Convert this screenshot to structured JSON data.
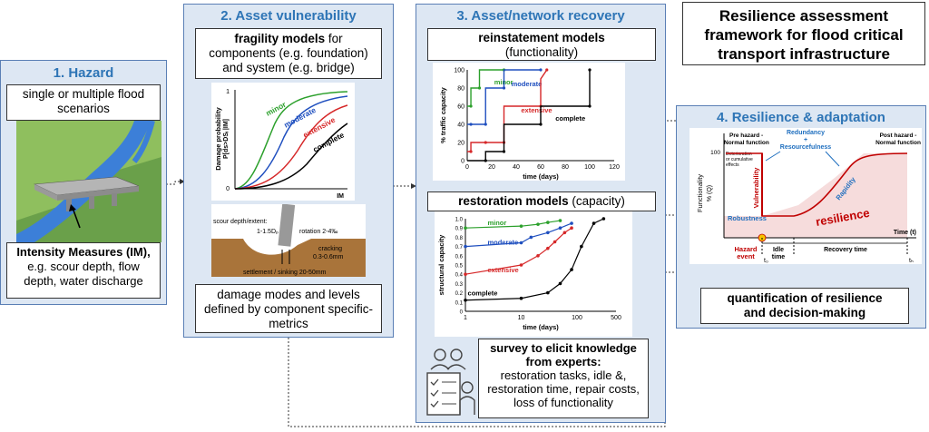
{
  "title": {
    "line1": "Resilience assessment",
    "line2": "framework for flood critical",
    "line3": "transport infrastructure"
  },
  "panel1": {
    "title": "1. Hazard",
    "scenarios": "single or multiple flood scenarios",
    "im_bold": "Intensity Measures (IM),",
    "im_rest": "e.g. scour depth, flow depth, water discharge"
  },
  "panel2": {
    "title": "2. Asset vulnerability",
    "fragility_bold": "fragility models",
    "fragility_rest": " for components (e.g. foundation) and system (e.g. bridge)",
    "damage_text": "damage modes and levels defined by component specific-metrics",
    "fragility_chart": {
      "ylabel_1": "Damage probability",
      "ylabel_2": "P[ds>DSᵢ |IM]",
      "ytick_top": "1",
      "ytick_bottom": "0",
      "xlabel": "IM",
      "curves": [
        "minor",
        "moderate",
        "extensive",
        "complete"
      ],
      "colors": {
        "minor": "#2ca02c",
        "moderate": "#1f4fbf",
        "extensive": "#d62728",
        "complete": "#000000"
      }
    },
    "scour": {
      "depth_label": "scour depth/extent:",
      "depth_value": "1-1.5Dₚ",
      "rotation": "rotation 2-4‰",
      "cracking_1": "cracking",
      "cracking_2": "0.3-0.6mm",
      "settlement": "settlement / sinking 20-50mm"
    }
  },
  "panel3": {
    "title": "3. Asset/network recovery",
    "reinstatement_bold": "reinstatement models",
    "reinstatement_rest": "(functionality)",
    "restoration_bold": "restoration models",
    "restoration_rest": " (capacity)",
    "survey_bold": "survey to elicit knowledge from experts:",
    "survey_rest": "restoration tasks, idle &, restoration time, repair costs, loss of functionality",
    "chart_data": [
      {
        "type": "line",
        "title": "",
        "xlabel": "time (days)",
        "ylabel": "% traffic capacity",
        "xlim": [
          0,
          120
        ],
        "ylim": [
          0,
          100
        ],
        "xticks": [
          "0",
          "20",
          "40",
          "60",
          "80",
          "100",
          "120"
        ],
        "yticks": [
          "0",
          "20",
          "40",
          "60",
          "80",
          "100"
        ],
        "series": [
          {
            "name": "minor",
            "color": "#2ca02c",
            "x": [
              0,
              3,
              3,
              10,
              10,
              30
            ],
            "y": [
              60,
              60,
              80,
              80,
              100,
              100
            ]
          },
          {
            "name": "moderate",
            "color": "#1f4fbf",
            "x": [
              0,
              3,
              3,
              15,
              15,
              30,
              30,
              60
            ],
            "y": [
              40,
              40,
              40,
              40,
              80,
              80,
              100,
              100
            ]
          },
          {
            "name": "extensive",
            "color": "#d62728",
            "x": [
              0,
              3,
              3,
              15,
              15,
              30,
              30,
              60,
              60,
              65
            ],
            "y": [
              10,
              10,
              20,
              20,
              20,
              20,
              60,
              60,
              90,
              100
            ]
          },
          {
            "name": "complete",
            "color": "#000000",
            "x": [
              0,
              15,
              15,
              30,
              30,
              60,
              60,
              100,
              100
            ],
            "y": [
              0,
              0,
              10,
              10,
              40,
              40,
              60,
              60,
              100
            ]
          }
        ]
      },
      {
        "type": "scatter",
        "title": "",
        "xlabel": "time (days)",
        "ylabel": "structural capacity",
        "xscale": "log",
        "xlim": [
          1,
          500
        ],
        "ylim": [
          0,
          1
        ],
        "xticks": [
          "1",
          "10",
          "100",
          "500"
        ],
        "yticks": [
          "0",
          "0.1",
          "0.2",
          "0.3",
          "0.4",
          "0.5",
          "0.6",
          "0.7",
          "0.8",
          "0.9",
          "1.0"
        ],
        "series": [
          {
            "name": "minor",
            "color": "#2ca02c",
            "x": [
              1,
              10,
              20,
              30,
              50
            ],
            "y": [
              0.9,
              0.92,
              0.94,
              0.96,
              0.98
            ]
          },
          {
            "name": "moderate",
            "color": "#1f4fbf",
            "x": [
              1,
              10,
              15,
              30,
              50,
              80
            ],
            "y": [
              0.7,
              0.74,
              0.8,
              0.85,
              0.9,
              0.95
            ]
          },
          {
            "name": "extensive",
            "color": "#d62728",
            "x": [
              1,
              10,
              20,
              30,
              40,
              60,
              80
            ],
            "y": [
              0.4,
              0.5,
              0.6,
              0.68,
              0.75,
              0.85,
              0.9
            ]
          },
          {
            "name": "complete",
            "color": "#000000",
            "x": [
              1,
              10,
              30,
              50,
              80,
              120,
              200,
              300
            ],
            "y": [
              0.12,
              0.14,
              0.2,
              0.3,
              0.45,
              0.7,
              0.95,
              1.0
            ]
          }
        ]
      }
    ]
  },
  "panel4": {
    "title": "4. Resilience & adaptation",
    "quant_line1": "quantification of resilience",
    "quant_line2": "and decision-making",
    "chart": {
      "pre_hazard": "Pre hazard -",
      "normal_function_1": "Normal function",
      "redundancy": "Redundancy",
      "plus": "+",
      "resourcefulness": "Resourcefulness",
      "post_hazard": "Post hazard -",
      "normal_function_2": "Normal function",
      "deterioration_1": "Deterioration",
      "deterioration_2": "or cumulative",
      "deterioration_3": "effects",
      "ylabel_1": "Functionality",
      "ylabel_2": "% (Q)",
      "ytick": "100",
      "vulnerability": "Vulnerability",
      "rapidity": "Rapidity",
      "robustness": "Robustness",
      "resilience": "resilience",
      "xlabel": "Time (t)",
      "hazard_1": "Hazard",
      "hazard_2": "event",
      "idle_1": "Idle",
      "idle_2": "time",
      "recovery": "Recovery time",
      "t0": "t₀",
      "th": "tₕ"
    }
  }
}
